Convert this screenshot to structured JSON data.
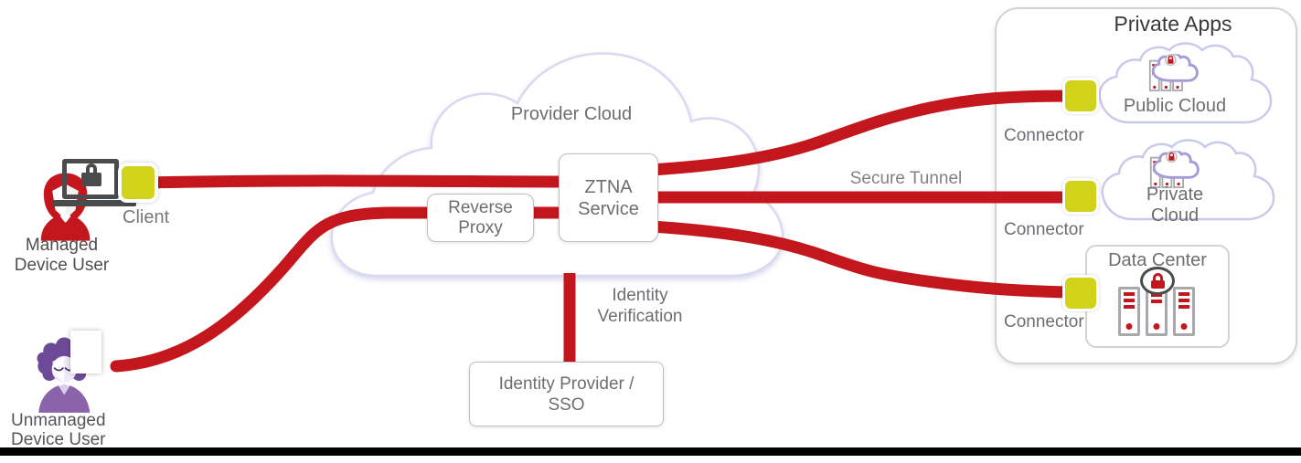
{
  "diagram": {
    "users": {
      "managed": {
        "label": [
          "Managed",
          "Device User"
        ],
        "client_label": "Client"
      },
      "unmanaged": {
        "label": [
          "Unmanaged",
          "Device User"
        ]
      }
    },
    "provider_cloud": {
      "title": "Provider Cloud",
      "ztna_service": [
        "ZTNA",
        "Service"
      ],
      "reverse_proxy": [
        "Reverse",
        "Proxy"
      ]
    },
    "identity_verification": [
      "Identity",
      "Verification"
    ],
    "identity_provider": [
      "Identity Provider /",
      "SSO"
    ],
    "secure_tunnel_label": "Secure Tunnel",
    "private_apps": {
      "title": "Private Apps",
      "items": [
        {
          "label": "Public Cloud",
          "connector_label": "Connector"
        },
        {
          "label": "Private Cloud",
          "connector_label": "Connector"
        },
        {
          "label": "Data Center",
          "connector_label": "Connector"
        }
      ]
    },
    "colors": {
      "tunnel_red": "#c4161d",
      "connector_yellow": "#d0d319",
      "label_gray": "#6d6e71",
      "dark_label_gray": "#4d4e50",
      "user_red": "#c4161d",
      "user_purple": "#7d57a3",
      "provider_cloud_outline": "#d9d9f1",
      "mini_cloud_purple": "#a49bd8",
      "bottom_bar": "#000000"
    }
  }
}
